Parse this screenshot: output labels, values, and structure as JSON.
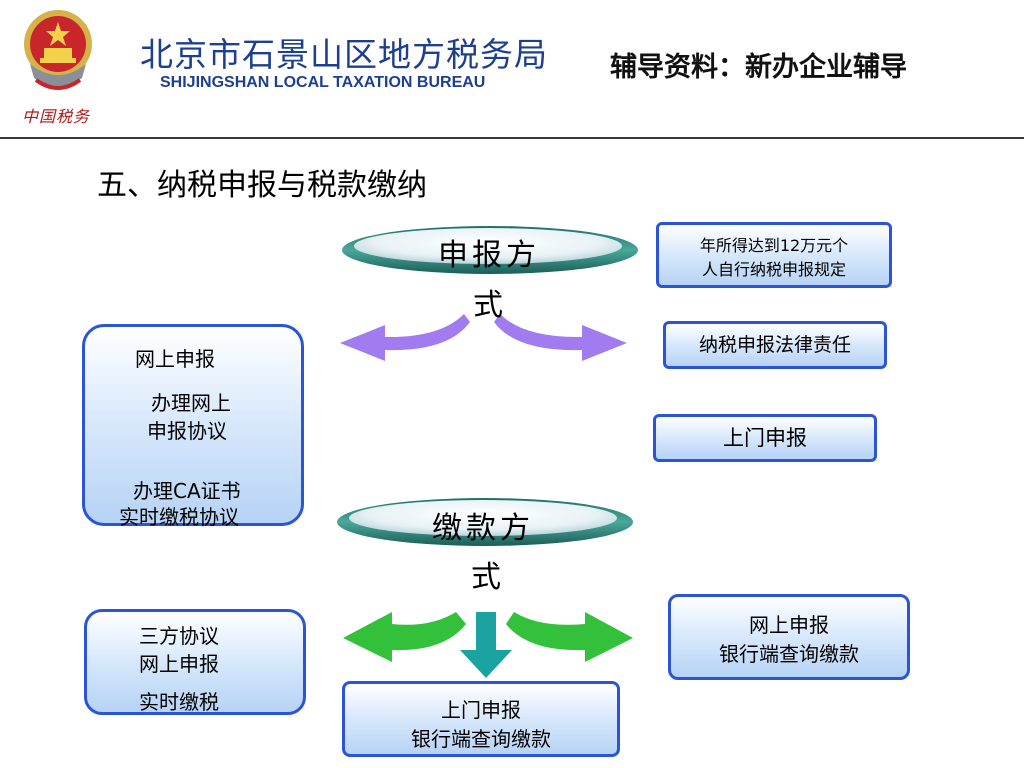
{
  "header": {
    "bureau_cn": "北京市石景山区地方税务局",
    "bureau_en": "SHIJINGSHAN LOCAL TAXATION BUREAU",
    "handwriting": "中国税务",
    "subtitle": "辅导资料：新办企业辅导"
  },
  "section_title": "五、纳税申报与税款缴纳",
  "declaration": {
    "oval_label_main": "申报方",
    "oval_label_tail": "式",
    "left_box": {
      "title": "网上申报",
      "line1": "办理网上",
      "line2": "申报协议",
      "line3": "办理CA证书",
      "line4": "实时缴税协议"
    },
    "right_box_1": {
      "line1": "年所得达到12万元个",
      "line2": "人自行纳税申报规定"
    },
    "right_box_2": "纳税申报法律责任",
    "right_box_3": "上门申报"
  },
  "payment": {
    "oval_label_main": "缴款方",
    "oval_label_tail": "式",
    "left_box": {
      "line1": "三方协议",
      "line2": "网上申报",
      "line3": "实时缴税"
    },
    "bottom_box": {
      "line1": "上门申报",
      "line2": "银行端查询缴款"
    },
    "right_box": {
      "line1": "网上申报",
      "line2": "银行端查询缴款"
    }
  },
  "colors": {
    "box_border": "#2b55d6",
    "header_blue": "#1c3f8f",
    "arrow_purple": "#a07cf0",
    "arrow_green": "#33c13b",
    "arrow_teal": "#1aa3a0",
    "oval_teal": "#2e8b7a"
  }
}
